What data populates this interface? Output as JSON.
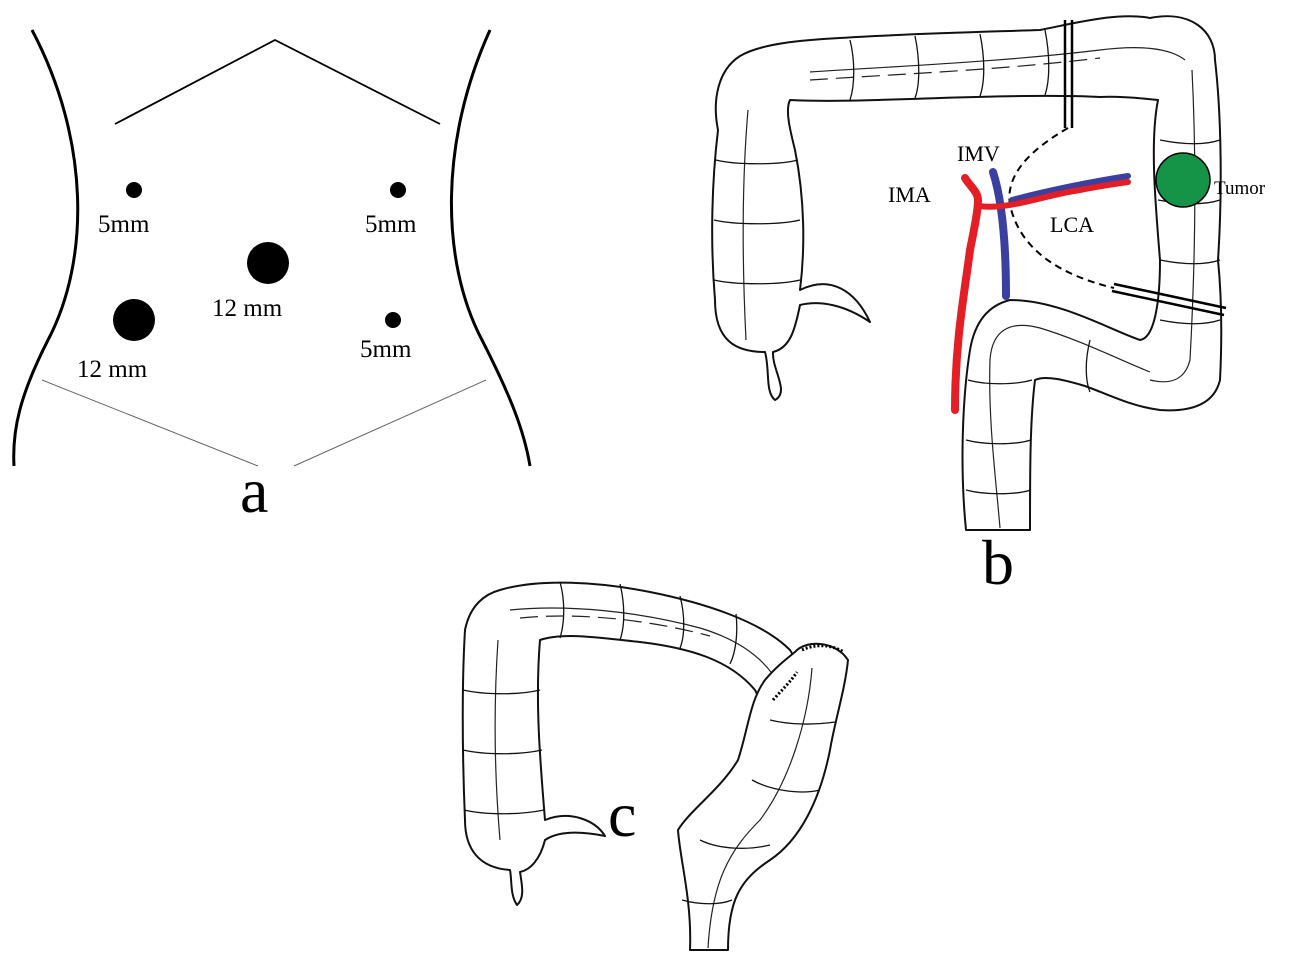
{
  "panel_a": {
    "port_labels": [
      "5mm",
      "5mm",
      "12 mm",
      "12 mm",
      "5mm"
    ],
    "panel_letter": "a"
  },
  "panel_b": {
    "vessel_labels": {
      "ima": "IMA",
      "imv": "IMV",
      "lca": "LCA"
    },
    "tumor_label": "Tumor",
    "panel_letter": "b",
    "colors": {
      "artery": "#e31e24",
      "vein": "#3a3fa0",
      "tumor": "#159447"
    }
  },
  "panel_c": {
    "panel_letter": "c"
  }
}
